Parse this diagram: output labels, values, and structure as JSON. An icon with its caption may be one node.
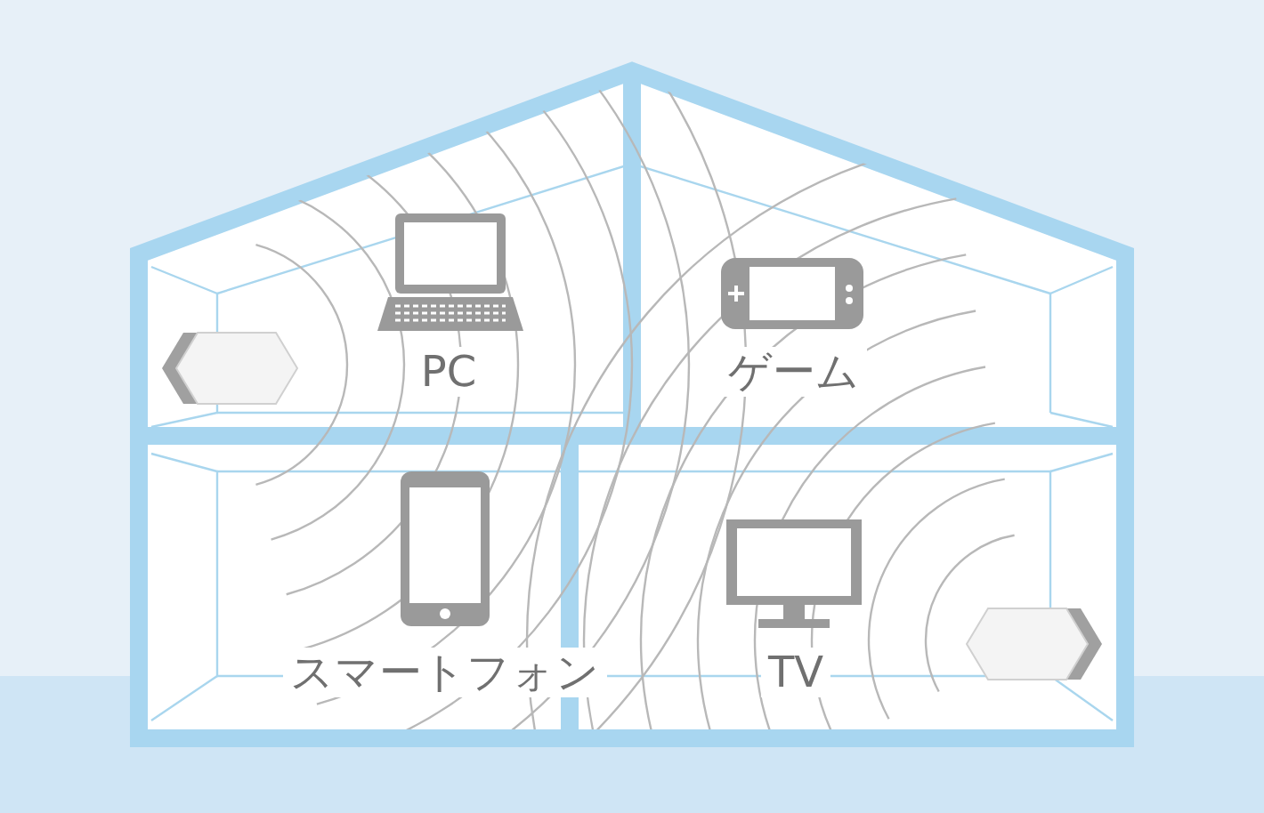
{
  "diagram": {
    "labels": [
      "PC",
      "ゲーム",
      "スマートフォン",
      "TV"
    ]
  }
}
